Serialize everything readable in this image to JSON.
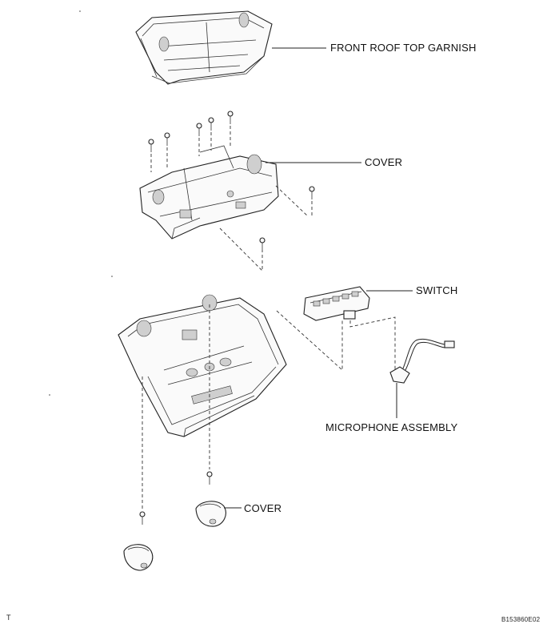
{
  "labels": {
    "front_roof_top_garnish": "FRONT ROOF TOP GARNISH",
    "cover_upper": "COVER",
    "switch": "SWITCH",
    "microphone_assembly": "MICROPHONE ASSEMBLY",
    "cover_lower": "COVER"
  },
  "footer": {
    "left_mark": "T",
    "figure_id": "B153860E02"
  }
}
